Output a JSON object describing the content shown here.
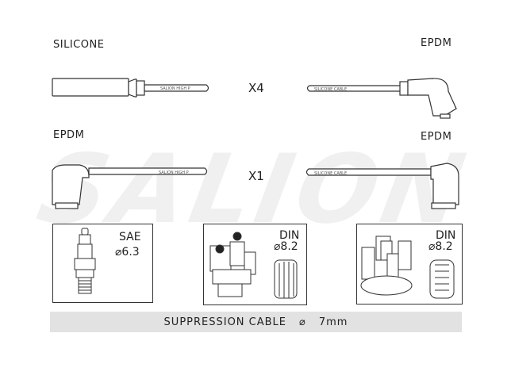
{
  "cables": {
    "top_left_material": "SILICONE",
    "top_right_material": "EPDM",
    "bottom_left_material": "EPDM",
    "bottom_right_material": "EPDM",
    "top_multiplier": "X4",
    "bottom_multiplier": "X1",
    "top_left_print": "SALION  HIGH P",
    "top_right_print": "SILICONE CABLE",
    "bottom_left_print": "SALION  HIGH P",
    "bottom_right_print": "SILICONE CABLE"
  },
  "watermark": "SALION",
  "terminals": [
    {
      "type": "SAE",
      "size": "⌀6.3"
    },
    {
      "type": "DIN",
      "size": "⌀8.2"
    },
    {
      "type": "DIN",
      "size": "⌀8.2"
    }
  ],
  "footer": {
    "text": "SUPPRESSION CABLE",
    "symbol": "⌀",
    "size": "7mm"
  }
}
